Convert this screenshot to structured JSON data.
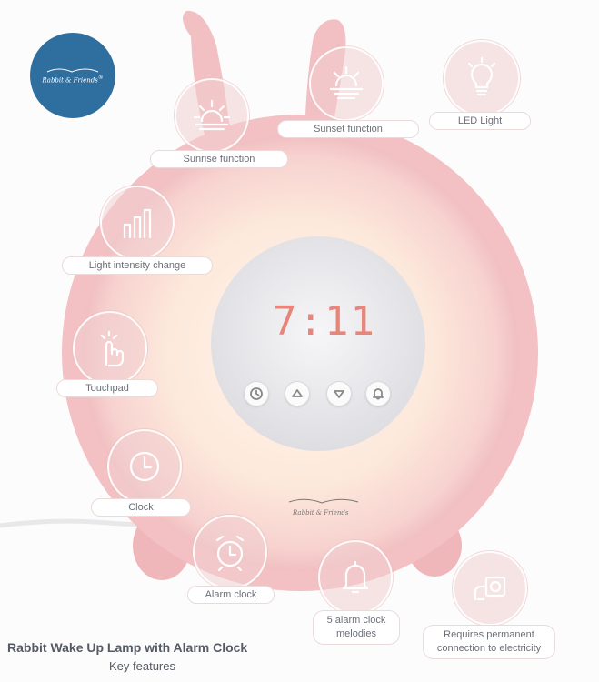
{
  "logo": {
    "text": "Rabbit & Friends",
    "mark": "®"
  },
  "features": {
    "sunrise": "Sunrise function",
    "sunset": "Sunset function",
    "led": "LED Light",
    "intensity": "Light intensity change",
    "touchpad": "Touchpad",
    "clock": "Clock",
    "alarm": "Alarm clock",
    "melodies": "5 alarm clock melodies",
    "electricity": "Requires permanent connection to electricity"
  },
  "device": {
    "time": "7:11",
    "brand": "Rabbit & Friends"
  },
  "caption": {
    "title": "Rabbit Wake Up Lamp with Alarm Clock",
    "subtitle": "Key features"
  },
  "colors": {
    "body": "#f4c3c6",
    "glow": "#fbe9dc",
    "screen": "#ececef",
    "digits": "#e8857b",
    "logo_bg": "#2f6fa0",
    "badge": "#efc9cb"
  },
  "icons": [
    "sun-icon",
    "bars-icon",
    "hand-tap-icon",
    "clock-icon",
    "alarm-clock-icon",
    "bell-icon",
    "plug-icon",
    "bulb-icon",
    "arrow-up-icon",
    "arrow-down-icon"
  ]
}
